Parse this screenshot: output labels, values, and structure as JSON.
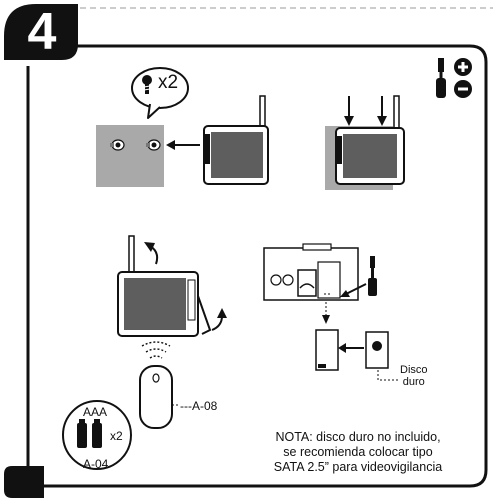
{
  "step": {
    "number": "4"
  },
  "wall_mount": {
    "screw_quantity": "x2"
  },
  "remote": {
    "part_code": "---A-08"
  },
  "batteries": {
    "type": "AAA",
    "quantity": "x2",
    "part_code": "A-04"
  },
  "hard_drive": {
    "label_line1": "Disco",
    "label_line2": "duro"
  },
  "note": {
    "line1": "NOTA: disco duro no incluido,",
    "line2": "se recomienda colocar tipo",
    "line3": "SATA 2.5” para videovigilancia"
  },
  "icons": [
    "screwdriver-icon",
    "plus-icon",
    "minus-icon",
    "screw-icon",
    "wifi-signal-icon"
  ],
  "colors": {
    "ink": "#111111",
    "wall": "#a9a9a9",
    "screen": "#5e5e5e",
    "paper": "#ffffff"
  }
}
